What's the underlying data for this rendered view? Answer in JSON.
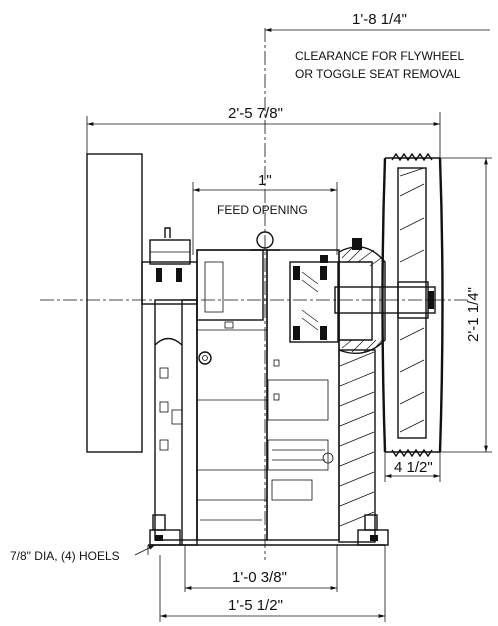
{
  "dimensions": {
    "top_clearance": "1'-8 1/4\"",
    "overall_length": "2'-5 7/8\"",
    "feed_opening_size": "1\"",
    "flywheel_height": "2'-1 1/4\"",
    "flywheel_width": "4 1/2\"",
    "base_inner": "1'-0 3/8\"",
    "base_outer": "1'-5 1/2\""
  },
  "notes": {
    "clearance_line1": "CLEARANCE FOR FLYWHEEL",
    "clearance_line2": "OR TOGGLE SEAT REMOVAL",
    "feed_opening": "FEED OPENING",
    "holes": "7/8\" DIA, (4) HOELS"
  },
  "colors": {
    "ink": "#111111",
    "paper": "#ffffff"
  }
}
